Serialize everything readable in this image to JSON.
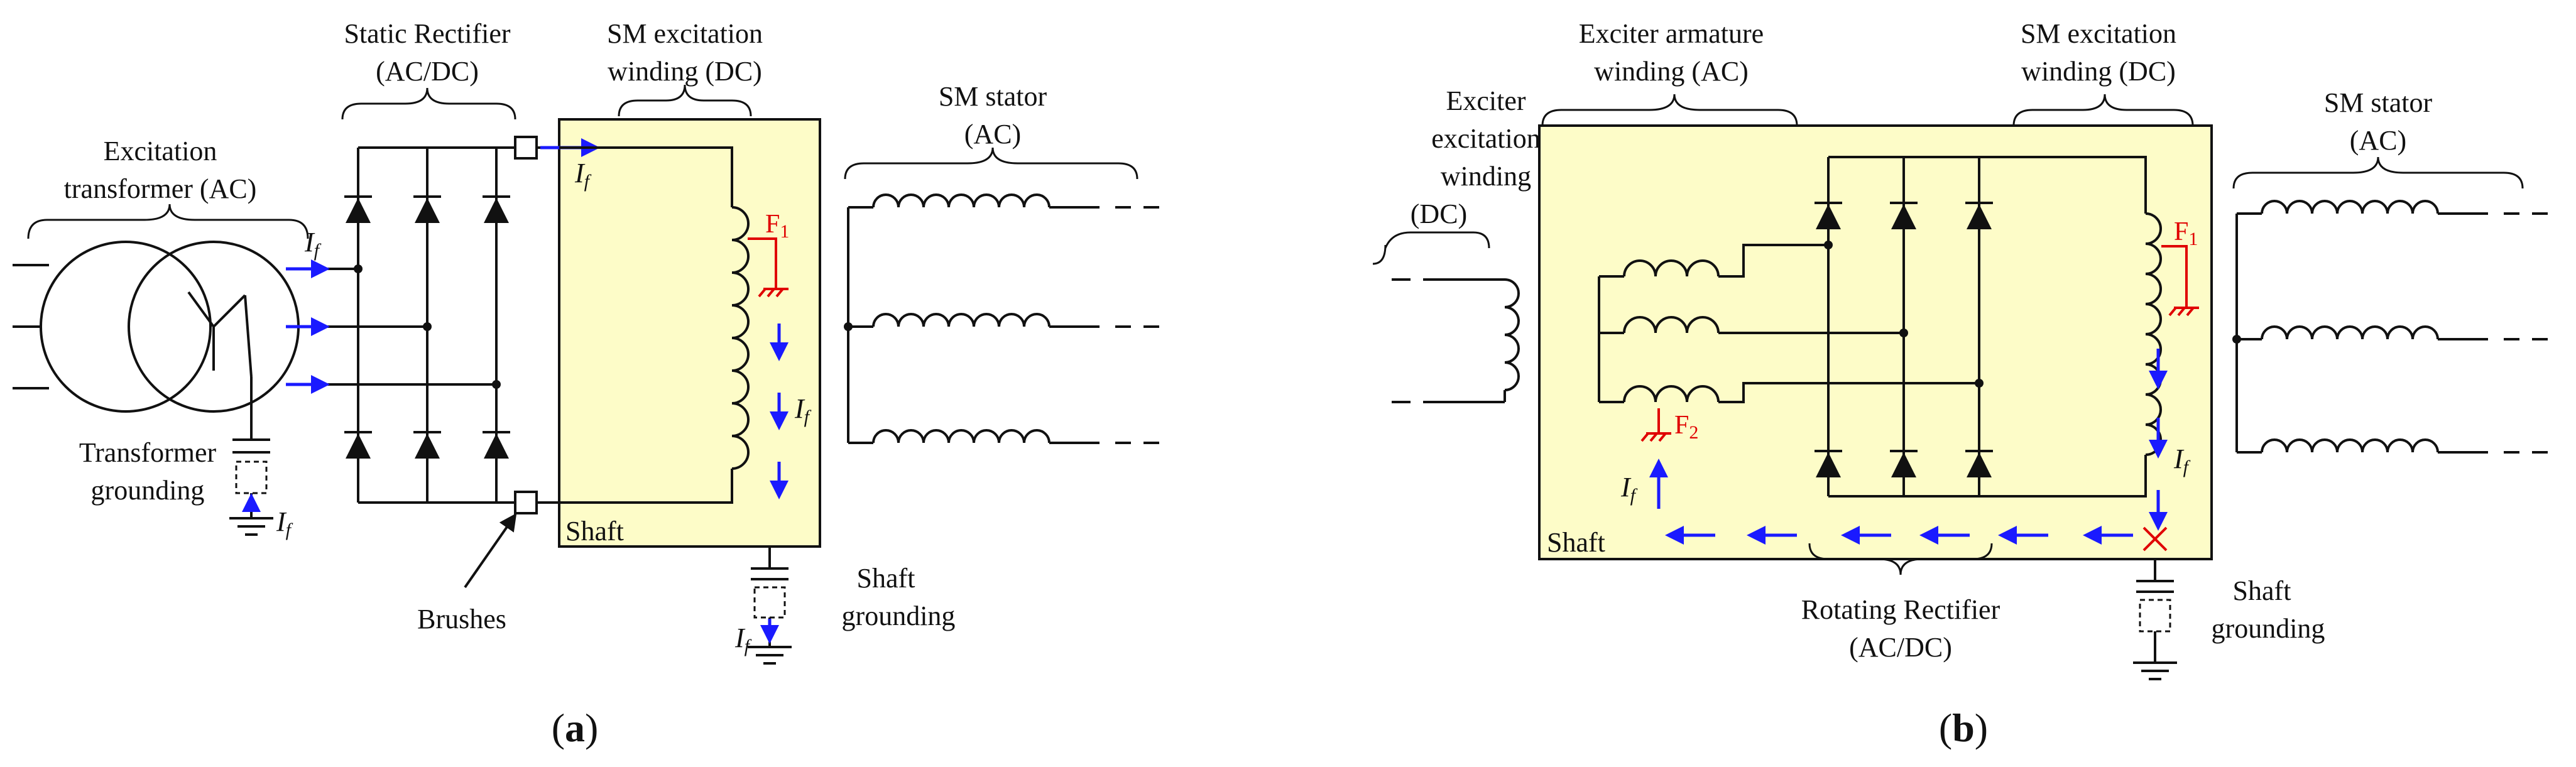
{
  "colors": {
    "wire": "#111111",
    "rotor_fill": "#fdfcc8",
    "current_arrow": "#1a1aff",
    "fault": "#e00000"
  },
  "panel_a": {
    "caption": {
      "open": "(",
      "letter": "a",
      "close": ")"
    },
    "excitation_transformer": [
      "Excitation",
      "transformer (AC)"
    ],
    "static_rectifier": [
      "Static Rectifier",
      "(AC/DC)"
    ],
    "excitation_winding": [
      "SM excitation",
      "winding (DC)"
    ],
    "sm_stator": [
      "SM stator",
      "(AC)"
    ],
    "transformer_grounding": [
      "Transformer",
      "grounding"
    ],
    "brushes": "Brushes",
    "shaft": "Shaft",
    "shaft_grounding": [
      "Shaft",
      "grounding"
    ],
    "fault": {
      "main": "F",
      "sub": "1"
    },
    "current": {
      "main": "I",
      "sub": "f"
    }
  },
  "panel_b": {
    "caption": {
      "open": "(",
      "letter": "b",
      "close": ")"
    },
    "exciter_excitation": [
      "Exciter",
      "excitation",
      "winding",
      "(DC)"
    ],
    "exciter_armature": [
      "Exciter armature",
      "winding (AC)"
    ],
    "excitation_winding": [
      "SM excitation",
      "winding (DC)"
    ],
    "sm_stator": [
      "SM stator",
      "(AC)"
    ],
    "rotating_rectifier": [
      "Rotating Rectifier",
      "(AC/DC)"
    ],
    "shaft": "Shaft",
    "shaft_grounding": [
      "Shaft",
      "grounding"
    ],
    "fault1": {
      "main": "F",
      "sub": "1"
    },
    "fault2": {
      "main": "F",
      "sub": "2"
    },
    "current": {
      "main": "I",
      "sub": "f"
    }
  }
}
